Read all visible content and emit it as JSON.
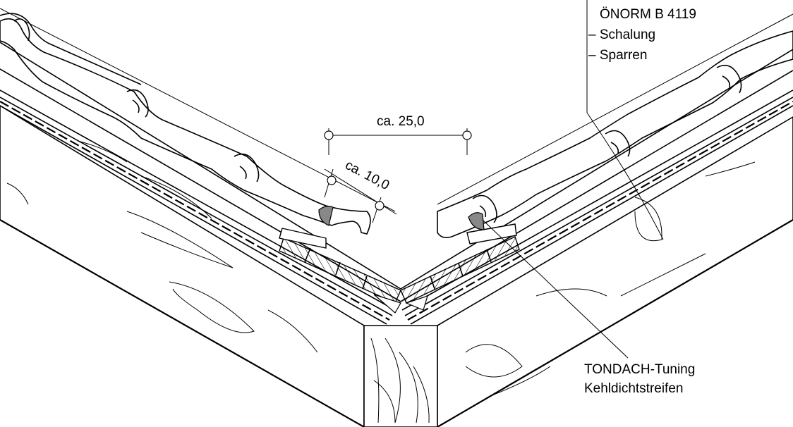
{
  "labels": {
    "norm": "ÖNORM B 4119",
    "schalung": "– Schalung",
    "sparren": "– Sparren",
    "tuning": "TONDACH-Tuning",
    "kehl": "Kehldichtstreifen"
  },
  "dimensions": {
    "width_top": "ca. 25,0",
    "width_slant": "ca. 10,0"
  }
}
